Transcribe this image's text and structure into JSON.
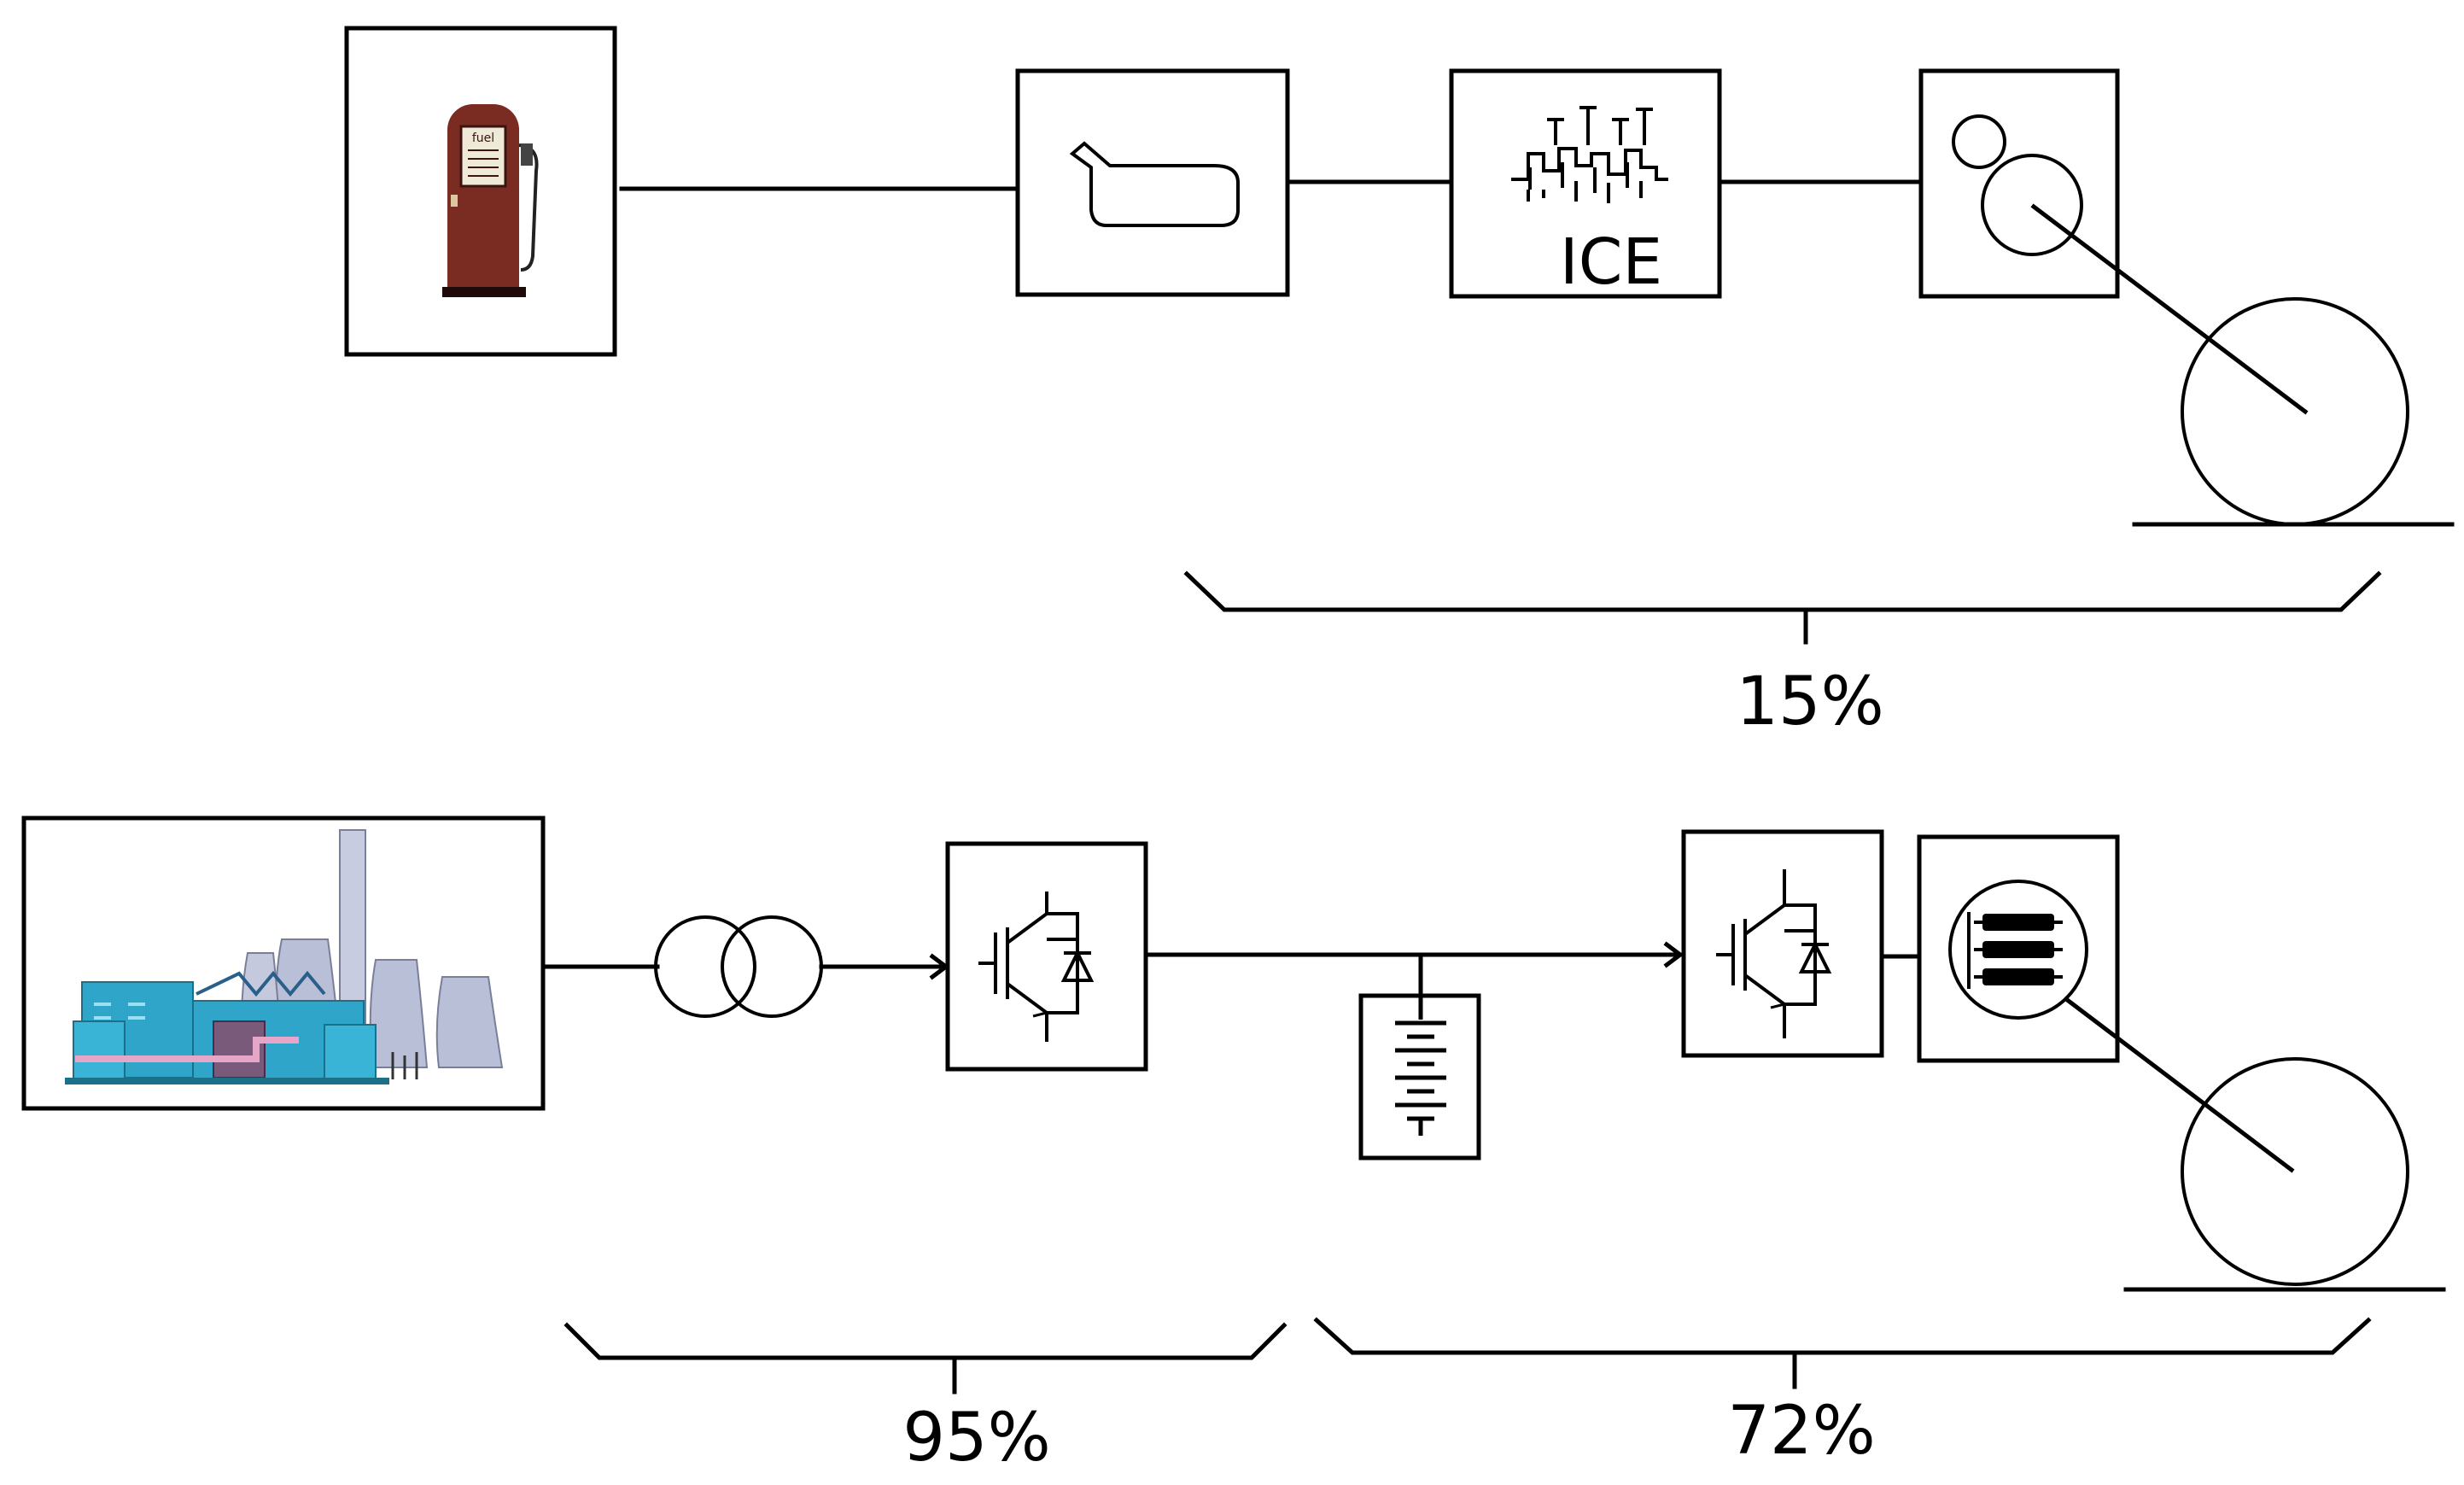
{
  "diagram": {
    "labels": {
      "ice": "ICE",
      "pump_text": "fuel"
    },
    "efficiencies": {
      "ice_path": "15%",
      "grid_path": "95%",
      "ev_path": "72%"
    },
    "icons": {
      "fuel_pump": "fuel-pump-icon",
      "fuel_tank": "fuel-tank-icon",
      "engine": "engine-icon",
      "gearbox": "gearbox-icon",
      "wheel": "wheel-icon",
      "power_plant": "power-plant-icon",
      "transformer": "transformer-icon",
      "inverter": "igbt-inverter-icon",
      "battery": "battery-icon",
      "motor": "electric-motor-icon"
    },
    "colors": {
      "pump_body": "#7a2b22",
      "plant_blue": "#2fa6c9",
      "plant_grey": "#b9bfd6",
      "plant_pink": "#e6a6c8"
    }
  }
}
